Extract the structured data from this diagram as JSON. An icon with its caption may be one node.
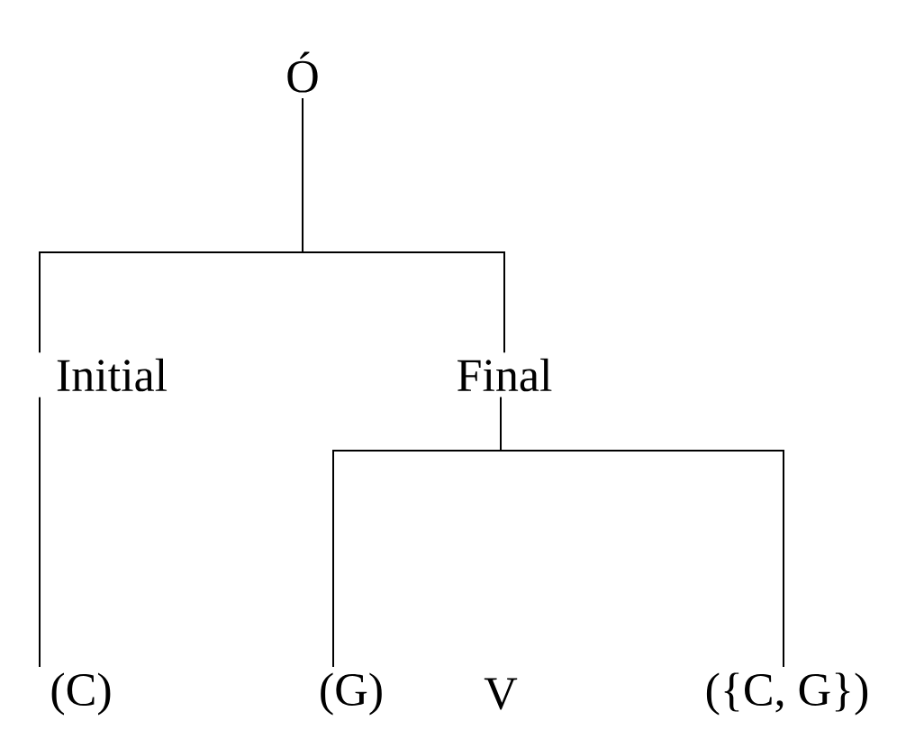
{
  "diagram": {
    "nodes": [
      {
        "text": [
          "Ó"
        ]
      },
      {
        "text": [
          "Initial"
        ]
      },
      {
        "text": [
          "Final"
        ]
      },
      {
        "text": [
          "(C)"
        ]
      },
      {
        "text": [
          "(G)"
        ]
      },
      {
        "text": [
          "V"
        ]
      },
      {
        "text": [
          "({C, G})"
        ]
      }
    ],
    "edges": [
      {
        "from": 0,
        "to": 1,
        "arrow": "none"
      },
      {
        "from": 0,
        "to": 2,
        "arrow": "none"
      },
      {
        "from": 1,
        "to": 3,
        "arrow": "none"
      },
      {
        "from": 2,
        "to": 4,
        "arrow": "none"
      },
      {
        "from": 2,
        "to": 6,
        "arrow": "none"
      }
    ]
  }
}
